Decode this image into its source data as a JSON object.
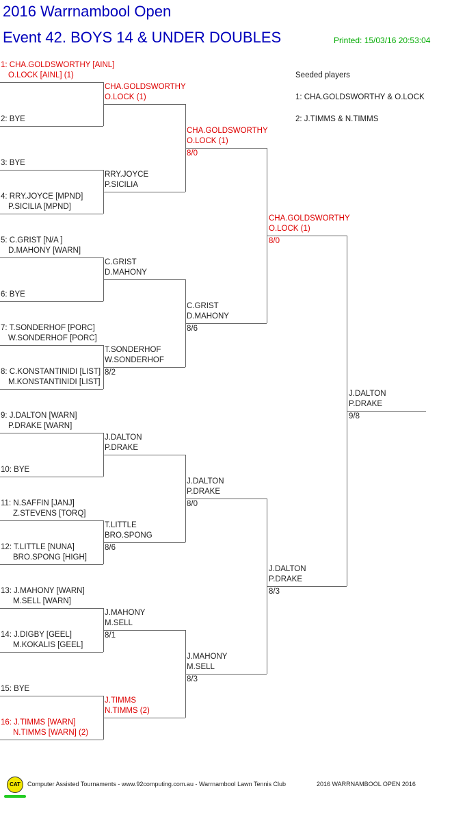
{
  "header": {
    "title": "2016 Warrnambool Open",
    "event": "Event 42. BOYS 14 & UNDER DOUBLES",
    "printed": "Printed: 15/03/16 20:53:04"
  },
  "seeds": {
    "title": "Seeded players",
    "items": [
      "1: CHA.GOLDSWORTHY & O.LOCK",
      "2: J.TIMMS & N.TIMMS"
    ]
  },
  "colors": {
    "seed_red": "#dd0000",
    "title_blue": "#0000bb",
    "printed_green": "#00aa00"
  },
  "round1": [
    {
      "line1": "1: CHA.GOLDSWORTHY [AINL]",
      "line2": "O.LOCK [AINL] (1)",
      "seeded": true
    },
    {
      "line1": "2: BYE",
      "line2": "",
      "seeded": false
    },
    {
      "line1": "3: BYE",
      "line2": "",
      "seeded": false
    },
    {
      "line1": "4: RRY.JOYCE [MPND]",
      "line2": "P.SICILIA [MPND]",
      "seeded": false
    },
    {
      "line1": "5: C.GRIST [N/A ]",
      "line2": "D.MAHONY [WARN]",
      "seeded": false
    },
    {
      "line1": "6: BYE",
      "line2": "",
      "seeded": false
    },
    {
      "line1": "7: T.SONDERHOF [PORC]",
      "line2": "W.SONDERHOF [PORC]",
      "seeded": false
    },
    {
      "line1": "8: C.KONSTANTINIDI [LIST]",
      "line2": "M.KONSTANTINIDI [LIST]",
      "seeded": false
    },
    {
      "line1": "9: J.DALTON [WARN]",
      "line2": "P.DRAKE [WARN]",
      "seeded": false
    },
    {
      "line1": "10: BYE",
      "line2": "",
      "seeded": false
    },
    {
      "line1": "11: N.SAFFIN [JANJ]",
      "line2": "Z.STEVENS [TORQ]",
      "seeded": false
    },
    {
      "line1": "12: T.LITTLE [NUNA]",
      "line2": "BRO.SPONG [HIGH]",
      "seeded": false
    },
    {
      "line1": "13: J.MAHONY [WARN]",
      "line2": "M.SELL [WARN]",
      "seeded": false
    },
    {
      "line1": "14: J.DIGBY [GEEL]",
      "line2": "M.KOKALIS [GEEL]",
      "seeded": false
    },
    {
      "line1": "15: BYE",
      "line2": "",
      "seeded": false
    },
    {
      "line1": "16: J.TIMMS [WARN]",
      "line2": "N.TIMMS [WARN] (2)",
      "seeded": true
    }
  ],
  "round2": [
    {
      "line1": "CHA.GOLDSWORTHY",
      "line2": "O.LOCK (1)",
      "score": "",
      "seeded": true
    },
    {
      "line1": "RRY.JOYCE",
      "line2": "P.SICILIA",
      "score": "",
      "seeded": false
    },
    {
      "line1": "C.GRIST",
      "line2": "D.MAHONY",
      "score": "",
      "seeded": false
    },
    {
      "line1": "T.SONDERHOF",
      "line2": "W.SONDERHOF",
      "score": "8/2",
      "seeded": false
    },
    {
      "line1": "J.DALTON",
      "line2": "P.DRAKE",
      "score": "",
      "seeded": false
    },
    {
      "line1": "T.LITTLE",
      "line2": "BRO.SPONG",
      "score": "8/6",
      "seeded": false
    },
    {
      "line1": "J.MAHONY",
      "line2": "M.SELL",
      "score": "8/1",
      "seeded": false
    },
    {
      "line1": "J.TIMMS",
      "line2": "N.TIMMS (2)",
      "score": "",
      "seeded": true
    }
  ],
  "round3": [
    {
      "line1": "CHA.GOLDSWORTHY",
      "line2": "O.LOCK (1)",
      "score": "8/0",
      "seeded": true
    },
    {
      "line1": "C.GRIST",
      "line2": "D.MAHONY",
      "score": "8/6",
      "seeded": false
    },
    {
      "line1": "J.DALTON",
      "line2": "P.DRAKE",
      "score": "8/0",
      "seeded": false
    },
    {
      "line1": "J.MAHONY",
      "line2": "M.SELL",
      "score": "8/3",
      "seeded": false
    }
  ],
  "round4": [
    {
      "line1": "CHA.GOLDSWORTHY",
      "line2": "O.LOCK (1)",
      "score": "8/0",
      "seeded": true
    },
    {
      "line1": "J.DALTON",
      "line2": "P.DRAKE",
      "score": "8/3",
      "seeded": false
    }
  ],
  "final": {
    "line1": "J.DALTON",
    "line2": "P.DRAKE",
    "score": "9/8",
    "seeded": false
  },
  "footer": {
    "logo_text": "CAT",
    "credits": "Computer Assisted Tournaments - www.92computing.com.au -  Warrnambool Lawn Tennis Club",
    "event_name": "2016 WARRNAMBOOL OPEN 2016"
  }
}
